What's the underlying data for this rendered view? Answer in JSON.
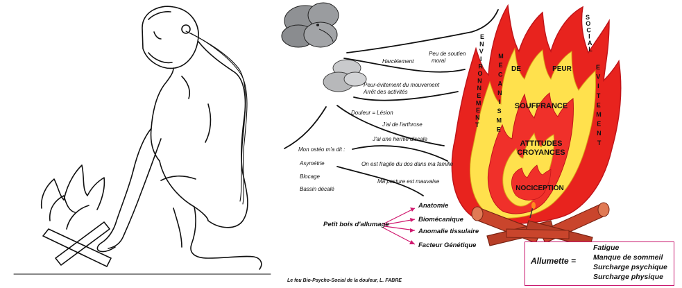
{
  "fire": {
    "inner_labels": {
      "de": "DE",
      "peur": "PEUR",
      "souffrance": "SOUFFRANCE",
      "attitudes": "ATTITUDES",
      "croyances": "CROYANCES",
      "nociception": "NOCICEPTION"
    },
    "vertical_labels": {
      "environnement": [
        "E",
        "N",
        "V",
        "I",
        "R",
        "O",
        "N",
        "N",
        "E",
        "M",
        "E",
        "N",
        "T"
      ],
      "mecanisme": [
        "M",
        "E",
        "C",
        "A",
        "N",
        "I",
        "S",
        "M",
        "E"
      ],
      "social": [
        "S",
        "O",
        "C",
        "I",
        "A",
        "L"
      ],
      "evitement": [
        "E",
        "V",
        "I",
        "T",
        "E",
        "M",
        "E",
        "N",
        "T"
      ]
    }
  },
  "wind_labels": {
    "harcelement": "Harcèlement",
    "soutien_1": "Peu de soutien",
    "soutien_2": "moral",
    "peur_evitement": "Peur-évitement du mouvement",
    "arret": "Arrêt des activités",
    "douleur": "Douleur = Lésion",
    "arthrose": "J'ai de l'arthrose",
    "hernie": "J'ai une hernie discale",
    "osteo": "Mon ostéo m'a dit :",
    "asymetrie": "Asymétrie",
    "blocage": "Blocage",
    "bassin": "Bassin décalé",
    "fragile": "On est fragile du dos dans ma famille",
    "posture": "Ma posture est mauvaise"
  },
  "kindling": {
    "title": "Petit bois d'allumage",
    "items": [
      "Anatomie",
      "Biomécanique",
      "Anomalie tissulaire",
      "Facteur Génétique"
    ]
  },
  "match": {
    "title": "Allumette =",
    "items": [
      "Fatigue",
      "Manque de sommeil",
      "Surcharge psychique",
      "Surcharge physique"
    ]
  },
  "caption": "Le feu Bio-Psycho-Social de la douleur, L. FABRE",
  "colors": {
    "outer_flame": "#e8231e",
    "middle_flame": "#ffe14d",
    "inner_flame": "#f0302a",
    "log": "#c9452c",
    "arrow": "#d0196f"
  }
}
